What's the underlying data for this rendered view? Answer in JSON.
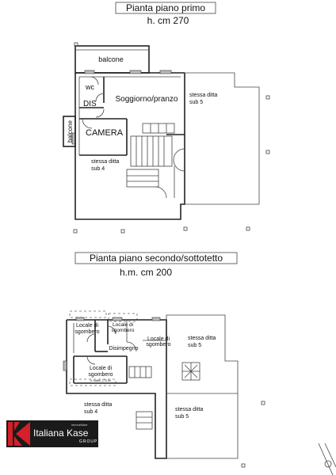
{
  "floor1": {
    "title": "Pianta piano primo",
    "height": "h. cm 270",
    "rooms": {
      "balcone_top": "balcone",
      "wc": "wc",
      "dis": "DIS",
      "soggiorno": "Soggiorno/pranzo",
      "camera": "CAMERA",
      "balcone_side": "balcone",
      "stessa_ditta_1": "stessa ditta",
      "sub_5": "sub 5",
      "stessa_ditta_2": "stessa ditta",
      "sub_4": "sub 4"
    }
  },
  "floor2": {
    "title": "Pianta piano secondo/sottotetto",
    "height": "h.m. cm 200",
    "rooms": {
      "locale_1a": "Locale di",
      "locale_1b": "sgombero",
      "locale_2a": "Locale di",
      "locale_2b": "sgombero",
      "locale_3a": "Locale di",
      "locale_3b": "sgombero",
      "disimpegno": "Disimpegno",
      "locale_4a": "Locale di",
      "locale_4b": "sgombero",
      "note_small": "h. sottot. 2,70 ml",
      "stessa_ditta_1": "stessa ditta",
      "sub_5_a": "sub 5",
      "stessa_ditta_2": "stessa ditta",
      "sub_4": "sub 4",
      "stessa_ditta_3": "stessa ditta",
      "sub_5_b": "sub 5"
    }
  },
  "logo": {
    "brand": "Italiana Kase",
    "tagline": "GROUP",
    "small_line": "immobiliare",
    "colors": {
      "red": "#d4202a",
      "black": "#1a1a1a"
    }
  }
}
